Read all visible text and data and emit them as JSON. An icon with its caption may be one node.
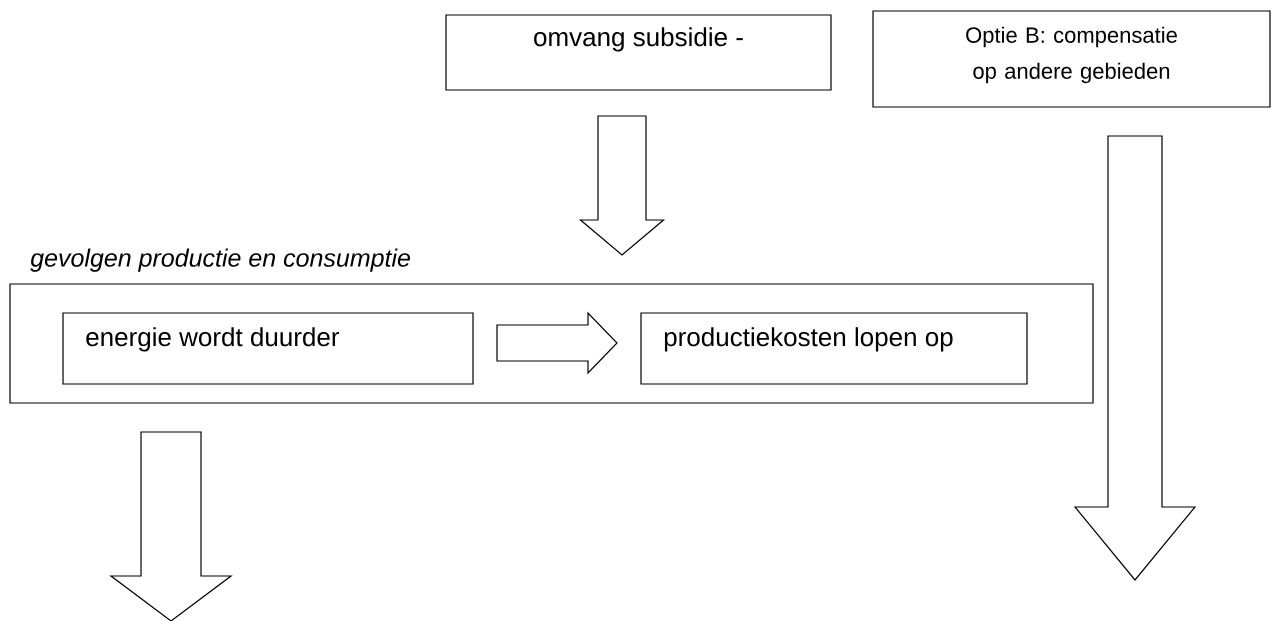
{
  "diagram": {
    "nodes": [
      {
        "text": [
          "omvang subsidie -"
        ]
      },
      {
        "text": [
          "Optie B: compensatie op andere gebieden"
        ]
      },
      {
        "text": [
          "gevolgen productie en consumptie"
        ]
      },
      {
        "text": [
          "energie wordt duurder"
        ],
        "in": 2
      },
      {
        "text": [
          "productiekosten lopen op"
        ],
        "in": 2
      }
    ],
    "edges": [
      {
        "from": 0,
        "to": 2,
        "arrow": "to"
      },
      {
        "from": 3,
        "to": 4,
        "arrow": "to"
      },
      {
        "from": 2,
        "to": null,
        "arrow": "to"
      },
      {
        "from": 1,
        "to": null,
        "arrow": "to"
      }
    ]
  }
}
